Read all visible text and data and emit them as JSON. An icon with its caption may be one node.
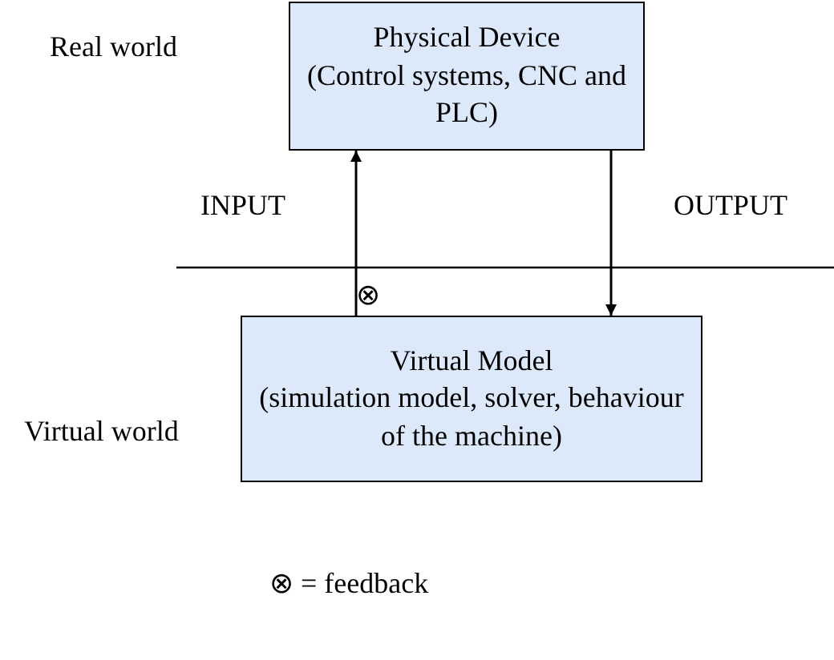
{
  "diagram": {
    "nodes": [
      {
        "text": [
          "Physical Device",
          "(Control systems, CNC and PLC)"
        ]
      },
      {
        "text": [
          "Virtual Model",
          "(simulation model, solver, behaviour of the machine)"
        ]
      }
    ],
    "edges": [
      {
        "from": 1,
        "to": 0,
        "arrow": "to"
      },
      {
        "from": 0,
        "to": 1,
        "arrow": "to"
      }
    ],
    "labels": [
      "Real world",
      "INPUT",
      "OUTPUT",
      "⊗",
      "Virtual world",
      "⊗ = feedback"
    ]
  }
}
